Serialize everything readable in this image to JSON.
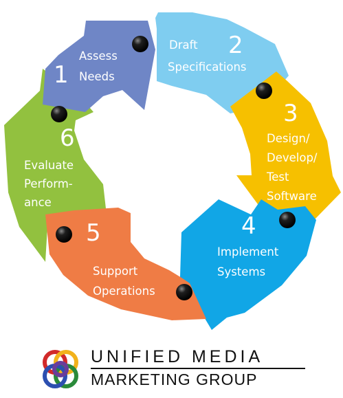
{
  "steps": [
    {
      "number": "1",
      "lines": [
        "Assess",
        "Needs"
      ],
      "color": "#6f86c6"
    },
    {
      "number": "2",
      "lines": [
        "Draft",
        "Specifications"
      ],
      "color": "#7fcdf0"
    },
    {
      "number": "3",
      "lines": [
        "Design/",
        "Develop/",
        "Test",
        "Software"
      ],
      "color": "#f6c000"
    },
    {
      "number": "4",
      "lines": [
        "Implement",
        "Systems"
      ],
      "color": "#11a6e6"
    },
    {
      "number": "5",
      "lines": [
        "Support",
        "Operations"
      ],
      "color": "#ef7c45"
    },
    {
      "number": "6",
      "lines": [
        "Evaluate",
        "Perform-",
        "ance"
      ],
      "color": "#92c13f"
    }
  ],
  "logo": {
    "line1": "UNIFIED MEDIA",
    "line2": "MARKETING GROUP",
    "knot_colors": [
      "#d12a2a",
      "#f2b21b",
      "#2a8a3a",
      "#2c4fb0",
      "#6a3d9a"
    ]
  }
}
